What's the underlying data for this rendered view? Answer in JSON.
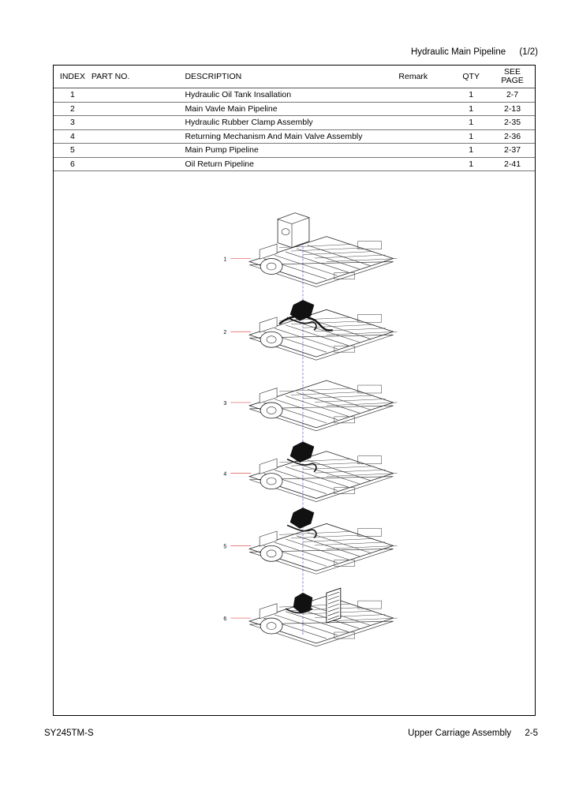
{
  "header": {
    "title": "Hydraulic Main Pipeline",
    "page_fraction": "(1/2)"
  },
  "table": {
    "columns": {
      "index": "INDEX",
      "part_no": "PART NO.",
      "description": "DESCRIPTION",
      "remark": "Remark",
      "qty": "QTY",
      "see_page_line1": "SEE",
      "see_page_line2": "PAGE"
    },
    "rows": [
      {
        "index": "1",
        "part_no": "",
        "description": "Hydraulic Oil Tank Insallation",
        "remark": "",
        "qty": "1",
        "see_page": "2-7"
      },
      {
        "index": "2",
        "part_no": "",
        "description": "Main Vavle Main Pipeline",
        "remark": "",
        "qty": "1",
        "see_page": "2-13"
      },
      {
        "index": "3",
        "part_no": "",
        "description": "Hydraulic Rubber Clamp Assembly",
        "remark": "",
        "qty": "1",
        "see_page": "2-35"
      },
      {
        "index": "4",
        "part_no": "",
        "description": "Returning Mechanism And Main Valve Assembly",
        "remark": "",
        "qty": "1",
        "see_page": "2-36"
      },
      {
        "index": "5",
        "part_no": "",
        "description": "Main Pump Pipeline",
        "remark": "",
        "qty": "1",
        "see_page": "2-37"
      },
      {
        "index": "6",
        "part_no": "",
        "description": "Oil Return Pipeline",
        "remark": "",
        "qty": "1",
        "see_page": "2-41"
      }
    ]
  },
  "diagram": {
    "callouts": [
      "1",
      "2",
      "3",
      "4",
      "5",
      "6"
    ],
    "leader_color": "#e05050",
    "axis_color": "#6a6ad8"
  },
  "footer": {
    "model": "SY245TM-S",
    "section": "Upper Carriage Assembly",
    "page": "2-5"
  }
}
